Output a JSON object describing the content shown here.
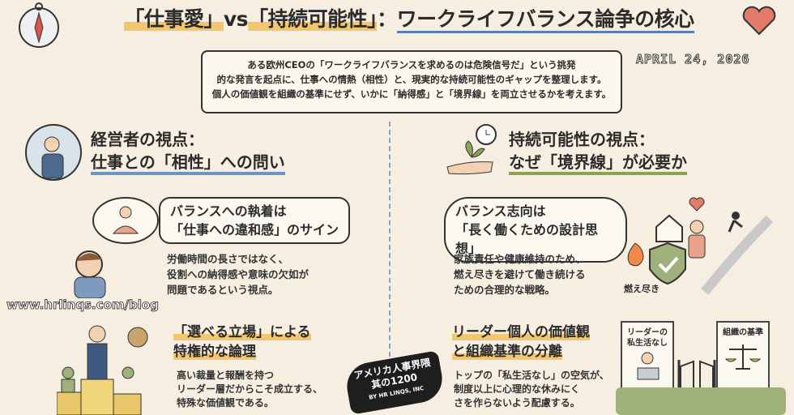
{
  "title": {
    "part1": "「仕事愛」",
    "vs": "vs",
    "part2": "「持続可能性」",
    "sep": "：",
    "part3": "ワークライフバランス論争の核心"
  },
  "date": "APRIL 24, 2026",
  "intro": [
    "ある欧州CEOの「ワークライフバランスを求めるのは危険信号だ」という挑発",
    "的な発言を起点に、仕事への情熱（相性）と、現実的な持続可能性のギャップを整理します。",
    "個人の価値観を組織の基準にせず、いかに「納得感」と「境界線」を両立させるかを考えます。"
  ],
  "left": {
    "heading": [
      "経営者の視点：",
      "仕事との「相性」への問い"
    ],
    "bubble": [
      "バランスへの執着は",
      "「仕事への違和感」のサイン"
    ],
    "body": [
      "労働時間の長さではなく、",
      "役割への納得感や意味の欠如が",
      "問題であるという視点。"
    ],
    "sub_heading": [
      "「選べる立場」による",
      "特権的な論理"
    ],
    "sub_body": [
      "高い裁量と報酬を持つ",
      "リーダー層だからこそ成立する、",
      "特殊な価値観である。"
    ]
  },
  "right": {
    "heading": [
      "持続可能性の視点：",
      "なぜ「境界線」が必要か"
    ],
    "bubble": [
      "バランス志向は",
      "「長く働くための設計思想」"
    ],
    "body": [
      "家族責任や健康維持のため、",
      "燃え尽きを避けて働き続ける",
      "ための合理的な戦略。"
    ],
    "burnout_label": "燃え尽き",
    "sub_heading": [
      "リーダー個人の価値観",
      "と組織基準の分離"
    ],
    "sub_body": [
      "トップの「私生活なし」の空気が、",
      "制度以上に心理的な休みにく",
      "さを作らないよう配慮する。"
    ],
    "card_left": [
      "リーダーの",
      "私生活なし"
    ],
    "card_right": "組織の基準"
  },
  "url": "www.hrlinqs.com/blog",
  "badge": {
    "line1": "アメリカ人事界隈",
    "line2": "其の1200",
    "by": "BY HR LINQS, INC"
  },
  "colors": {
    "background": "#f6efe1",
    "highlight": "#f2c56e",
    "blue": "#6f93c4",
    "green": "#8aa356"
  }
}
